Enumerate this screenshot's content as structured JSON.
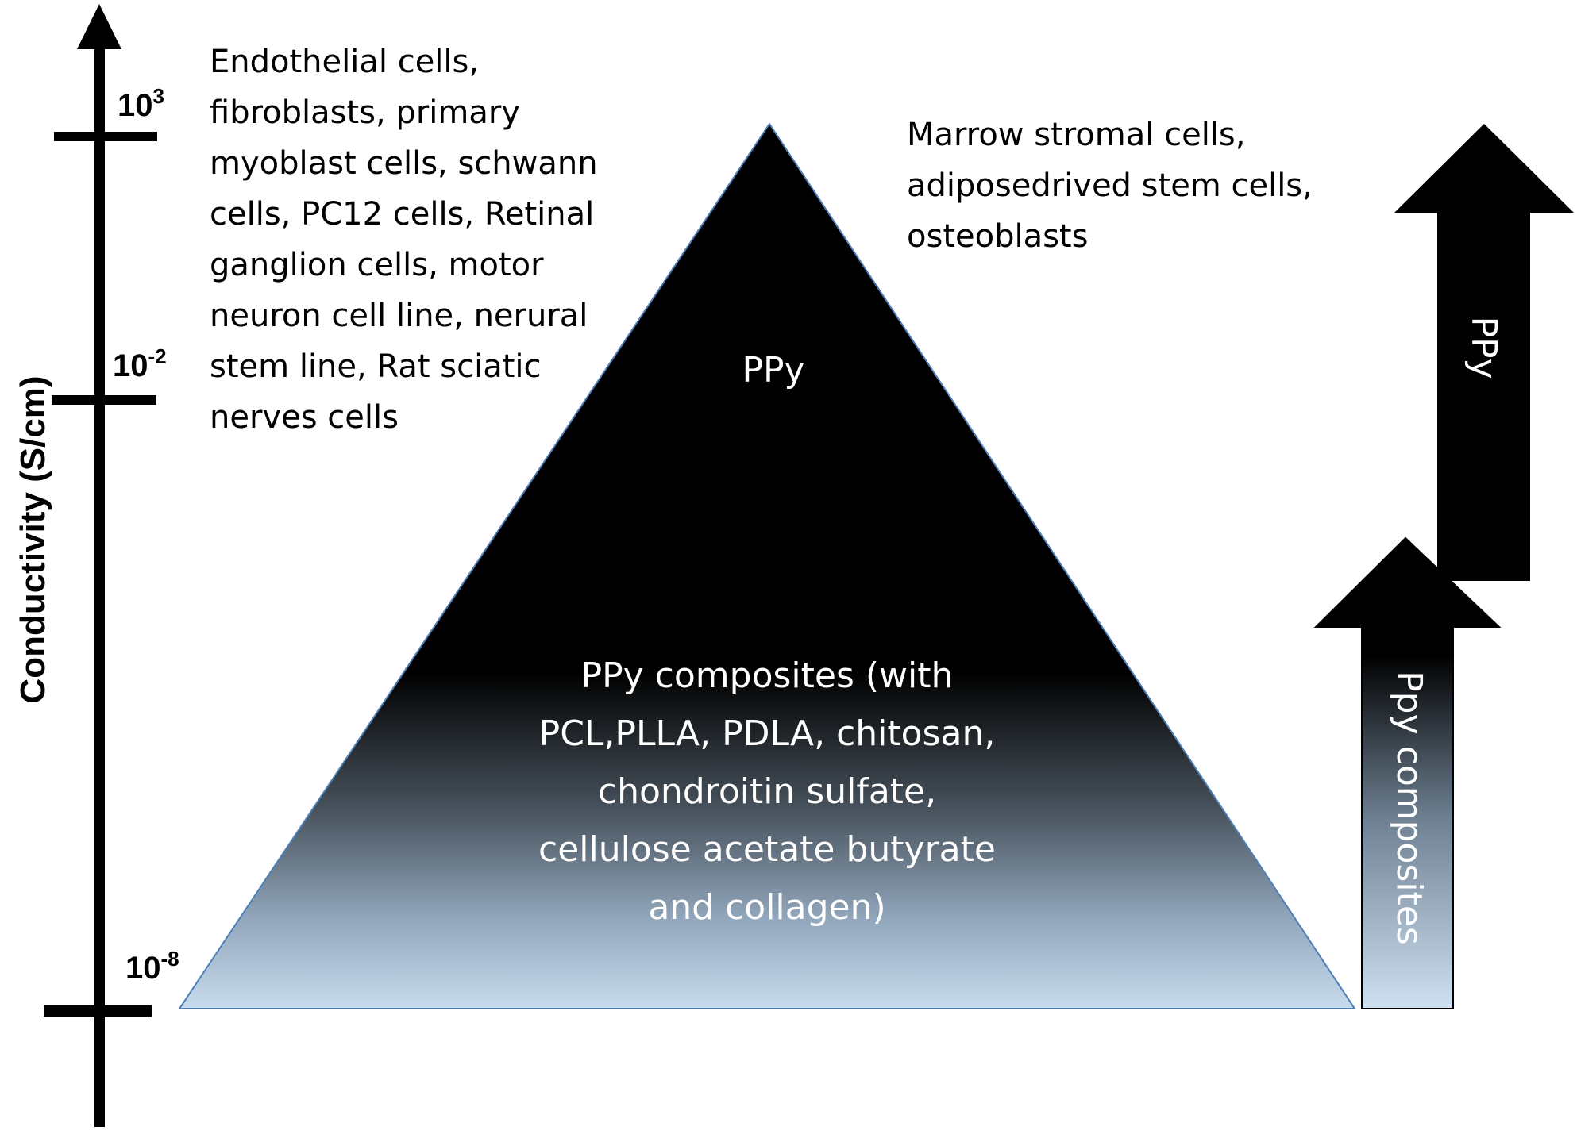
{
  "axis": {
    "label": "Conductivity (S/cm)",
    "ticks": [
      {
        "base": "10",
        "exp": "3"
      },
      {
        "base": "10",
        "exp": "-2"
      },
      {
        "base": "10",
        "exp": "-8"
      }
    ]
  },
  "left_cells": {
    "lines": [
      "Endothelial cells,",
      "fibroblasts, primary",
      "myoblast cells, schwann",
      "cells, PC12 cells, Retinal",
      "ganglion cells, motor",
      "neuron cell line, nerural",
      "stem line, Rat sciatic",
      "nerves cells"
    ]
  },
  "right_cells": {
    "lines": [
      "Marrow stromal cells,",
      "adiposedrived stem cells,",
      "osteoblasts"
    ]
  },
  "pyramid": {
    "top_label": "PPy",
    "bottom_lines": [
      "PPy composites (with",
      "PCL,PLLA, PDLA, chitosan,",
      "chondroitin sulfate,",
      "cellulose acetate butyrate",
      "and collagen)"
    ]
  },
  "arrows": {
    "upper_label": "PPy",
    "lower_label": "Ppy composites"
  },
  "colors": {
    "black": "#000000",
    "light_blue": "#c9dcee",
    "border_blue": "#4f7fb5"
  }
}
